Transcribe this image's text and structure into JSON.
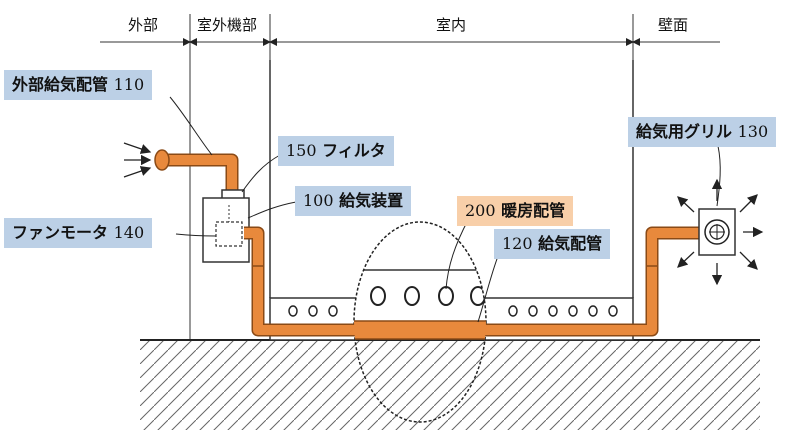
{
  "zones": {
    "outside": "外部",
    "outdoor_unit": "室外機部",
    "indoor": "室内",
    "wall": "壁面"
  },
  "callouts": {
    "outside_supply_pipe": {
      "label": "外部給気配管",
      "number": "110"
    },
    "filter": {
      "label": "フィルタ",
      "number": "150"
    },
    "supply_device": {
      "label": "給気装置",
      "number": "100"
    },
    "fan_motor": {
      "label": "ファンモータ",
      "number": "140"
    },
    "heating_pipe": {
      "label": "暖房配管",
      "number": "200"
    },
    "supply_pipe": {
      "label": "給気配管",
      "number": "120"
    },
    "supply_grille": {
      "label": "給気用グリル",
      "number": "130"
    }
  },
  "colors": {
    "pipe": "#e8893c",
    "pipe_edge": "#8a4a16",
    "callout_blue": "#bcd0e6",
    "callout_peach": "#f8cfa9"
  }
}
